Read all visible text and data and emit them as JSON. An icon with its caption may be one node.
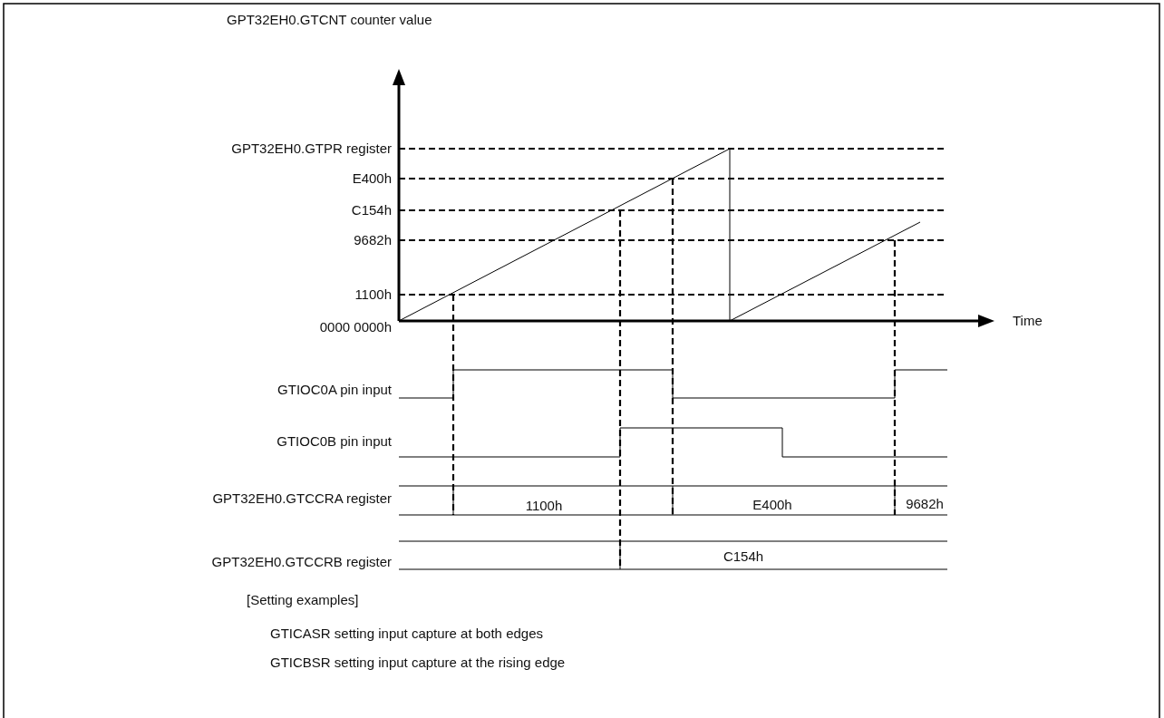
{
  "diagram": {
    "labels": [
      "GPT32EH0.GTCNT counter value",
      "GPT32EH0.GTPR register",
      "E400h",
      "C154h",
      "9682h",
      "1100h",
      "0000 0000h",
      "Time",
      "GTIOC0A pin input",
      "GTIOC0B pin input",
      "GPT32EH0.GTCCRA register",
      "1100h",
      "E400h",
      "9682h",
      "GPT32EH0.GTCCRB register",
      "C154h",
      "[Setting examples]",
      "GTICASR setting input capture at both edges",
      "GTICBSR setting input capture at the rising edge"
    ]
  }
}
